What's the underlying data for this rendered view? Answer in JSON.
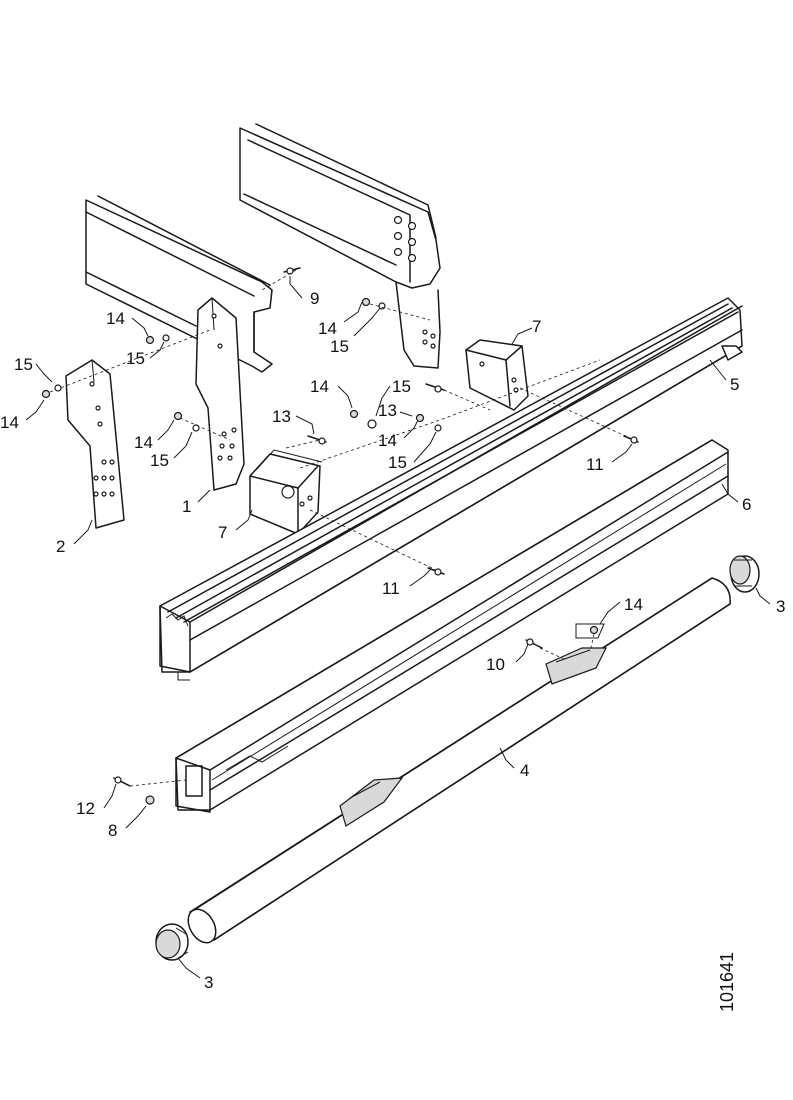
{
  "document_id": "101641",
  "callouts": {
    "c1": "1",
    "c2": "2",
    "c3a": "3",
    "c3b": "3",
    "c4": "4",
    "c5": "5",
    "c6": "6",
    "c7a": "7",
    "c7b": "7",
    "c8": "8",
    "c9": "9",
    "c10": "10",
    "c11a": "11",
    "c11b": "11",
    "c12": "12",
    "c13a": "13",
    "c13b": "13",
    "c14a": "14",
    "c14b": "14",
    "c14c": "14",
    "c14d": "14",
    "c14e": "14",
    "c14f": "14",
    "c14g": "14",
    "c15a": "15",
    "c15b": "15",
    "c15c": "15",
    "c15d": "15",
    "c15e": "15",
    "c15f": "15"
  }
}
